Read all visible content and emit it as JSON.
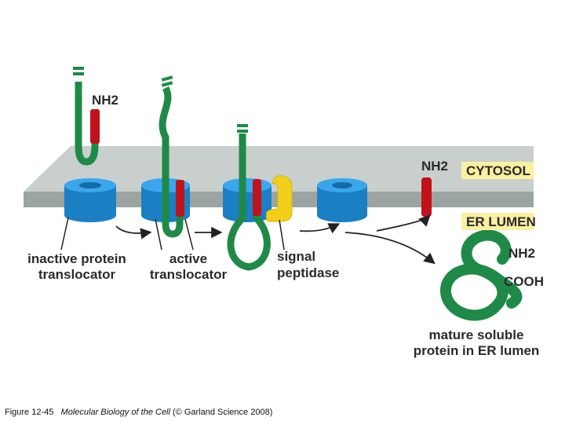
{
  "labels": {
    "nh2_top": "NH2",
    "nh2_right": "NH2",
    "nh2_protein": "NH2",
    "cooh": "COOH",
    "cytosol": "CYTOSOL",
    "er_lumen": "ER LUMEN",
    "inactive_line1": "inactive protein",
    "inactive_line2": "translocator",
    "active_line1": "active",
    "active_line2": "translocator",
    "signal_line1": "signal",
    "signal_line2": "peptidase",
    "mature_line1": "mature soluble",
    "mature_line2": "protein in ER lumen"
  },
  "caption": {
    "figure": "Figure 12-45",
    "book": "Molecular Biology of the Cell",
    "credit": "(© Garland Science 2008)"
  },
  "colors": {
    "membrane": "#bfc5c4",
    "membrane_side": "#9aa2a1",
    "translocator": "#1e8fd8",
    "translocator_dark": "#1270b0",
    "protein_green": "#1f8a47",
    "signal_red": "#c0121b",
    "peptidase_yellow": "#f2cf1a",
    "label_box": "#fbf0a0"
  }
}
